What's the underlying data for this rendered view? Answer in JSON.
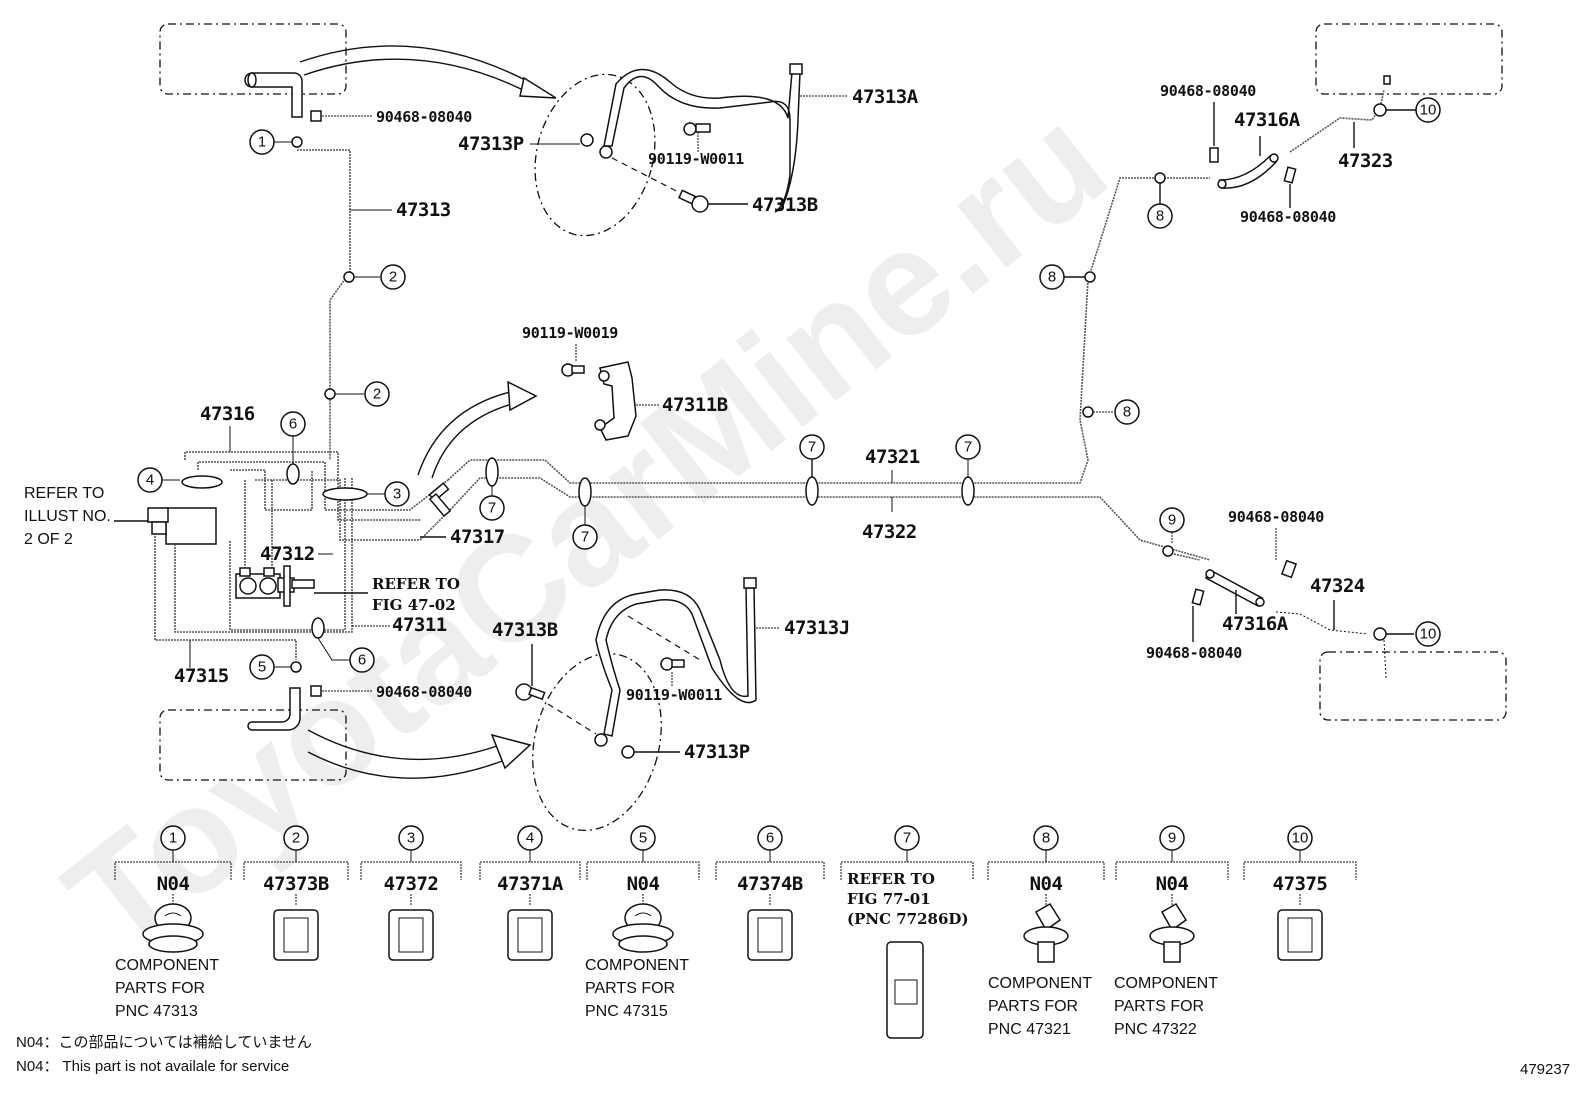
{
  "watermark": "ToyotaCarMine.ru",
  "figure_id": "479237",
  "labels": {
    "p47313A": "47313A",
    "p47313P_top": "47313P",
    "p90119_W0011_top": "90119-W0011",
    "p47313B_top": "47313B",
    "p90468_tl": "90468-08040",
    "p47313": "47313",
    "p90468_tr1": "90468-08040",
    "p47316A_top": "47316A",
    "p47323": "47323",
    "p90468_tr2": "90468-08040",
    "p90119_W0019": "90119-W0019",
    "p47311B": "47311B",
    "p47316": "47316",
    "refer_illust": [
      "REFER TO",
      "ILLUST NO.",
      "2 OF 2"
    ],
    "p47312": "47312",
    "p47317": "47317",
    "refer_fig4702": [
      "REFER TO",
      "FIG 47-02"
    ],
    "p47311": "47311",
    "p47315": "47315",
    "p90468_bl": "90468-08040",
    "p47313B_bot": "47313B",
    "p47313J": "47313J",
    "p90119_W0011_bot": "90119-W0011",
    "p47313P_bot": "47313P",
    "p47321": "47321",
    "p47322": "47322",
    "p90468_r1": "90468-08040",
    "p47324": "47324",
    "p47316A_bot": "47316A",
    "p90468_r2": "90468-08040"
  },
  "callouts": [
    "1",
    "2",
    "2",
    "3",
    "4",
    "5",
    "6",
    "6",
    "7",
    "7",
    "7",
    "7",
    "7",
    "8",
    "8",
    "8",
    "9",
    "10",
    "10"
  ],
  "legend": [
    {
      "num": "1",
      "part": "N04",
      "note": [
        "COMPONENT",
        "PARTS FOR",
        "PNC 47313"
      ]
    },
    {
      "num": "2",
      "part": "47373B",
      "note": []
    },
    {
      "num": "3",
      "part": "47372",
      "note": []
    },
    {
      "num": "4",
      "part": "47371A",
      "note": []
    },
    {
      "num": "5",
      "part": "N04",
      "note": [
        "COMPONENT",
        "PARTS FOR",
        "PNC 47315"
      ]
    },
    {
      "num": "6",
      "part": "47374B",
      "note": []
    },
    {
      "num": "7",
      "part_lines": [
        "REFER TO",
        "FIG 77-01",
        "(PNC 77286D)"
      ],
      "note": []
    },
    {
      "num": "8",
      "part": "N04",
      "note": [
        "COMPONENT",
        "PARTS FOR",
        "PNC 47321"
      ]
    },
    {
      "num": "9",
      "part": "N04",
      "note": [
        "COMPONENT",
        "PARTS FOR",
        "PNC 47322"
      ]
    },
    {
      "num": "10",
      "part": "47375",
      "note": []
    }
  ],
  "footnotes": [
    "N04：この部品については補給していません",
    "N04： This part is not availale for service"
  ]
}
